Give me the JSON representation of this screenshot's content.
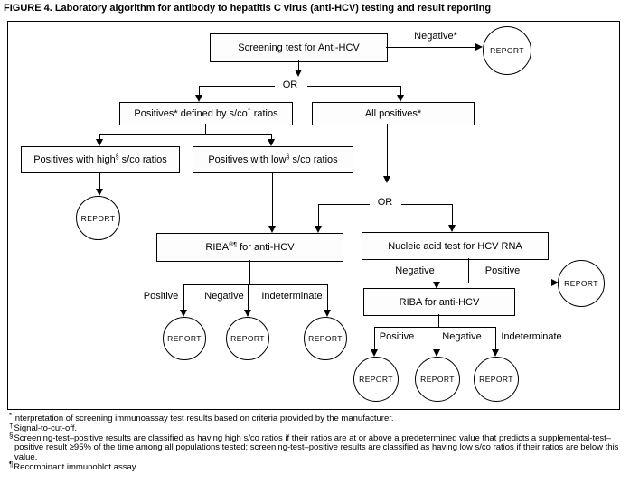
{
  "figure": {
    "title": "FIGURE 4. Laboratory algorithm for antibody to hepatitis C virus (anti-HCV) testing and result reporting"
  },
  "nodes": {
    "screening": {
      "label": "Screening test for Anti-HCV"
    },
    "positives_defined": {
      "pre": "Positives* defined by s/co",
      "sup": "†",
      "post": " ratios"
    },
    "all_positives": {
      "label": "All positives*"
    },
    "high_sco": {
      "pre": "Positives with high",
      "sup": "§",
      "post": " s/co ratios"
    },
    "low_sco": {
      "pre": "Positives with low",
      "sup": "§",
      "post": " s/co ratios"
    },
    "riba1": {
      "pre": "RIBA",
      "sup": "®¶",
      "post": " for anti-HCV"
    },
    "nat": {
      "label": "Nucleic acid test for HCV RNA"
    },
    "riba2": {
      "label": "RIBA for anti-HCV"
    }
  },
  "edges": {
    "negative_star": "Negative*",
    "or1": "OR",
    "or2": "OR",
    "riba1_positive": "Positive",
    "riba1_negative": "Negative",
    "riba1_indeterminate": "Indeterminate",
    "nat_negative": "Negative",
    "nat_positive": "Positive",
    "riba2_positive": "Positive",
    "riba2_negative": "Negative",
    "riba2_indeterminate": "Indeterminate"
  },
  "report_label": "REPORT",
  "footnotes": [
    {
      "marker": "*",
      "text": "Interpretation of screening immunoassay test results based on criteria provided by the manufacturer."
    },
    {
      "marker": "†",
      "text": "Signal-to-cut-off."
    },
    {
      "marker": "§",
      "text": "Screening-test–positive results are classified as having high s/co ratios if their ratios are at or above a predetermined value that predicts a supplemental-test–positive result ≥95% of the time among all populations tested; screening-test–positive results are classified as having low s/co ratios if their ratios are below this value."
    },
    {
      "marker": "¶",
      "text": "Recombinant immunoblot assay."
    }
  ],
  "colors": {
    "line": "#000000",
    "box_fill": "#fdfdfd",
    "background": "#ffffff"
  }
}
